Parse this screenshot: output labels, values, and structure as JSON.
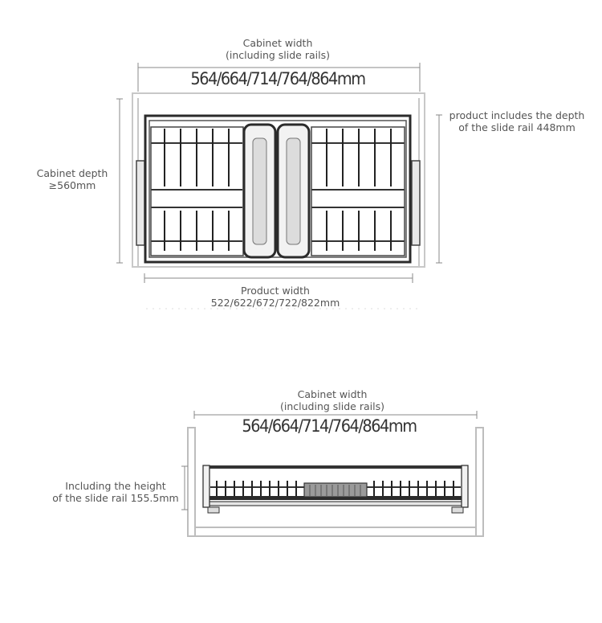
{
  "top_view": {
    "cabinet_width": {
      "line1": "Cabinet width",
      "line2": "(including slide rails)",
      "value": "564/664/714/764/864mm"
    },
    "cabinet_depth": {
      "line1": "Cabinet depth",
      "line2": "≥560mm"
    },
    "rail_depth": {
      "line1": "product includes the depth",
      "line2": "of the slide rail 448mm"
    },
    "product_width": {
      "line1": "Product width",
      "line2": "522/622/672/722/822mm"
    }
  },
  "front_view": {
    "cabinet_width": {
      "line1": "Cabinet width",
      "line2": "(including slide rails)",
      "value": "564/664/714/764/864mm"
    },
    "height": {
      "line1": "Including the height",
      "line2": "of the slide rail 155.5mm"
    }
  },
  "colors": {
    "line": "#777777",
    "frame": "#2b2b2b",
    "cabinet": "#cfcfcf",
    "text": "#555555"
  }
}
